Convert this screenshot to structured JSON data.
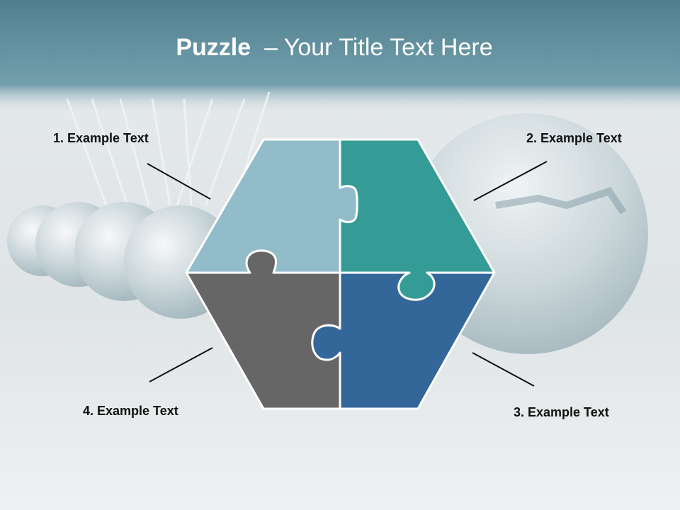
{
  "slide": {
    "title_bold": "Puzzle",
    "title_rest": "– Your Title Text Here"
  },
  "labels": {
    "item1": "1. Example Text",
    "item2": "2. Example Text",
    "item3": "3. Example Text",
    "item4": "4. Example Text"
  },
  "colors": {
    "header": "#5f8f9d",
    "piece_top_left": "#93bccb",
    "piece_top_right": "#359b96",
    "piece_bottom_left": "#666666",
    "piece_bottom_right": "#336699"
  }
}
